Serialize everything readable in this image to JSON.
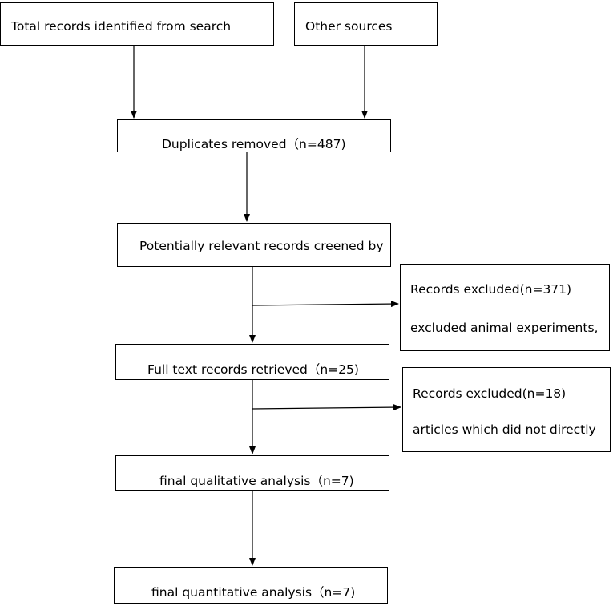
{
  "nodes": {
    "search": "Total records identified from search",
    "other": "Other sources",
    "duplicates": "Duplicates removed（n=487)",
    "screened": "Potentially relevant records creened by",
    "excluded1": {
      "line1": "Records excluded(n=371)",
      "line2": "excluded animal experiments,"
    },
    "fulltext": "Full text records retrieved（n=25)",
    "excluded2": {
      "line1": "Records excluded(n=18)",
      "line2": "articles which did not directly"
    },
    "qualitative": "final qualitative analysis（n=7)",
    "quantitative": "final quantitative analysis（n=7)"
  },
  "colors": {
    "line": "#000000",
    "box_border": "#000000",
    "text": "#000000"
  }
}
